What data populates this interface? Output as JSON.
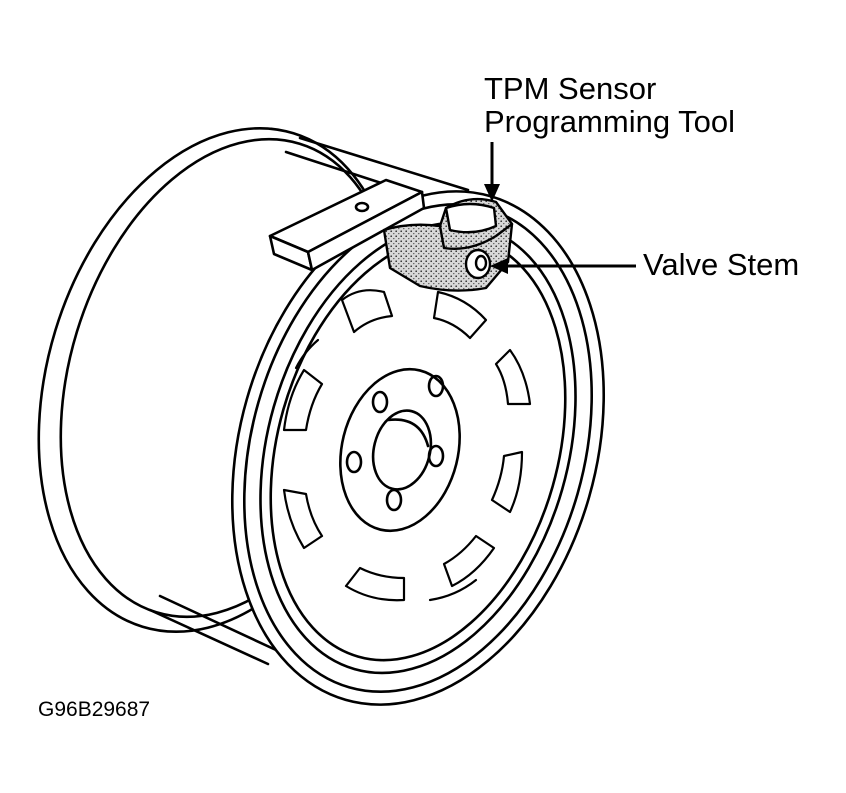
{
  "callouts": {
    "tool_line1": "TPM Sensor",
    "tool_line2": "Programming Tool",
    "valve_stem": "Valve Stem"
  },
  "figure_id": "G96B29687",
  "colors": {
    "ink": "#000000",
    "paper": "#ffffff",
    "stipple": "#b8b8b8"
  }
}
